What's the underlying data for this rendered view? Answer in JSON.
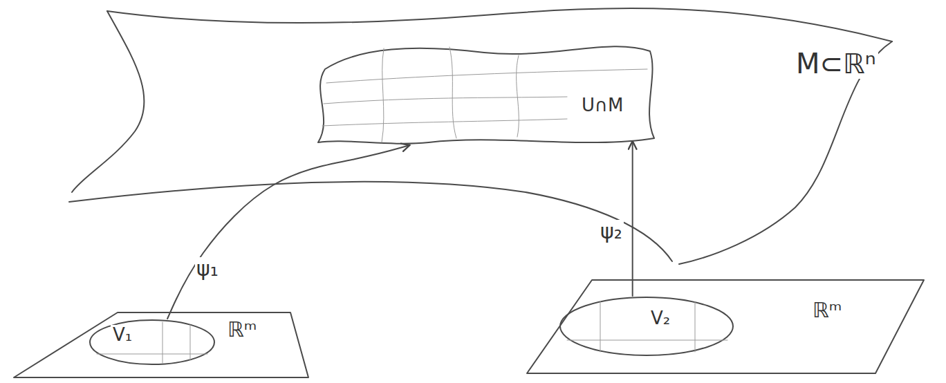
{
  "diagram": {
    "nodes": [
      {
        "text": [
          "M⊂ℝⁿ"
        ]
      },
      {
        "text": [
          "U∩M"
        ],
        "in": 0
      },
      {
        "text": [
          "ℝᵐ"
        ]
      },
      {
        "text": [
          "V₁"
        ],
        "in": 2
      },
      {
        "text": [
          "ℝᵐ"
        ]
      },
      {
        "text": [
          "V₂"
        ],
        "in": 4
      }
    ],
    "edges": [
      {
        "from": 3,
        "to": 1,
        "arrow": "to",
        "label": "ψ₁"
      },
      {
        "from": 5,
        "to": 1,
        "arrow": "to",
        "label": "ψ₂"
      }
    ]
  }
}
